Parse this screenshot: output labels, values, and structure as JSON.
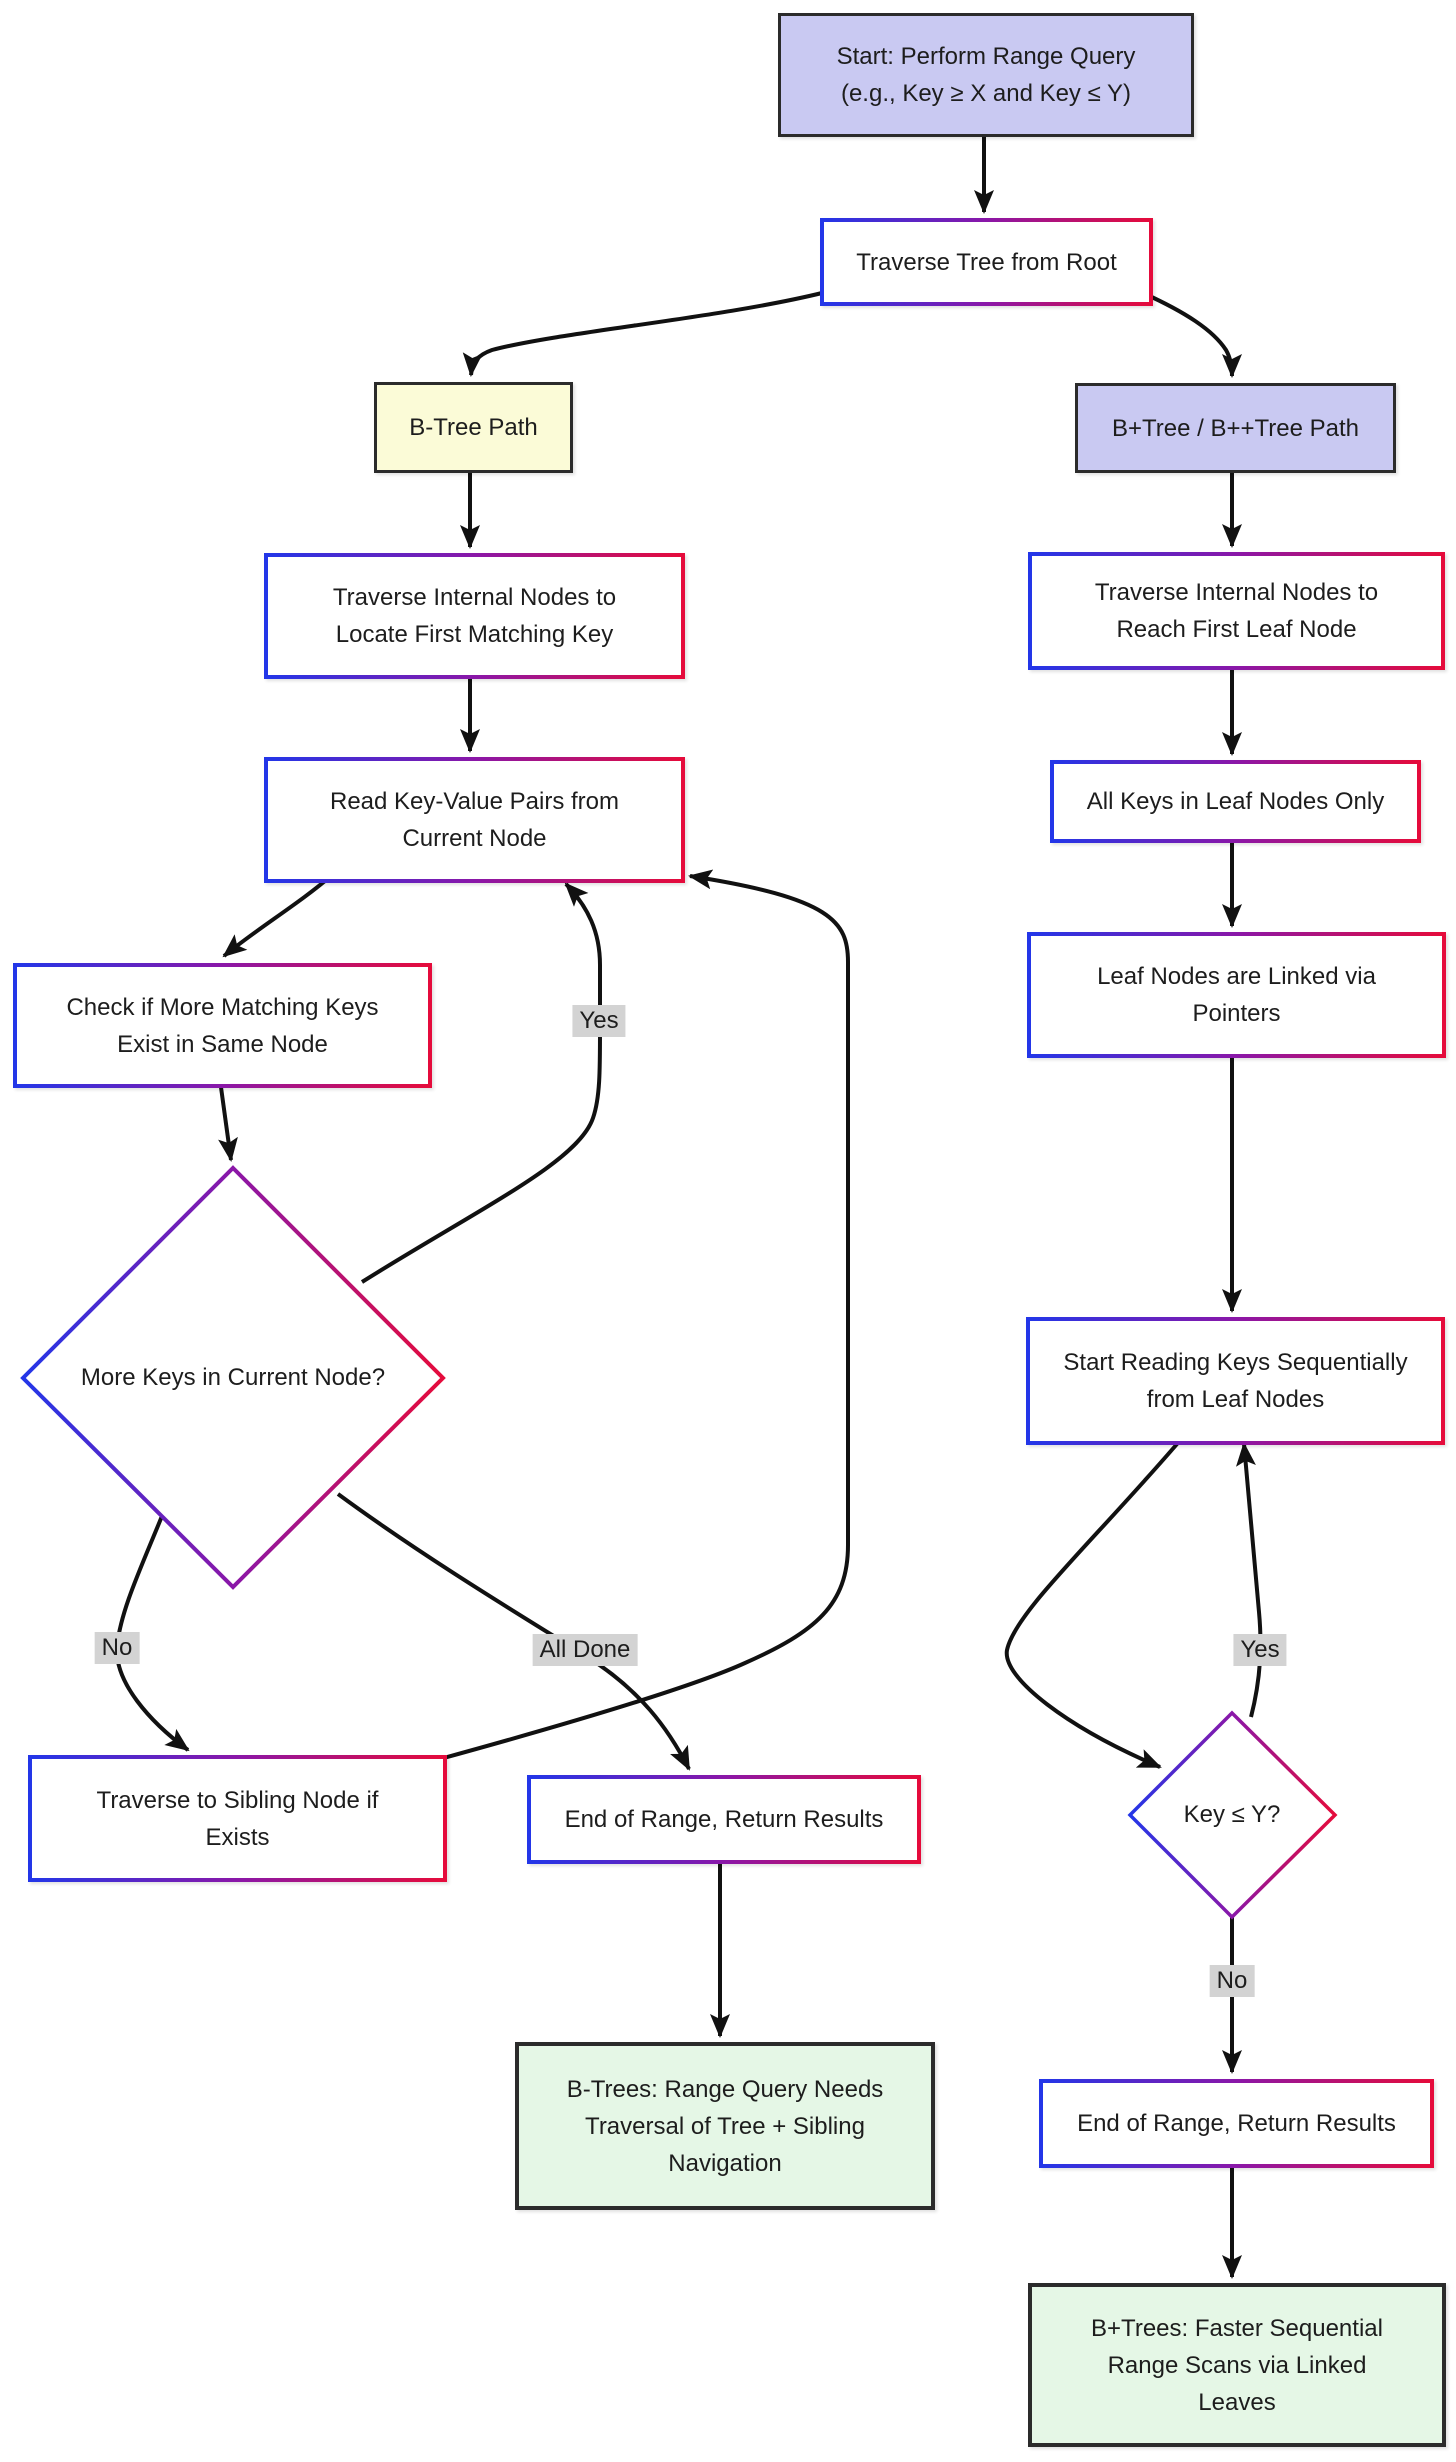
{
  "nodes": {
    "start": {
      "label": "Start: Perform Range Query (e.g., Key ≥ X and Key ≤ Y)"
    },
    "traverse_root": {
      "label": "Traverse Tree from Root"
    },
    "btree_path": {
      "label": "B-Tree Path"
    },
    "bplus_path": {
      "label": "B+Tree / B++Tree Path"
    },
    "b_internal": {
      "label": "Traverse Internal Nodes to Locate First Matching Key"
    },
    "b_read": {
      "label": "Read Key-Value Pairs from Current Node"
    },
    "b_check": {
      "label": "Check if More Matching Keys Exist in Same Node"
    },
    "b_more": {
      "label": "More Keys in Current Node?"
    },
    "b_sibling": {
      "label": "Traverse to Sibling Node if Exists"
    },
    "b_end": {
      "label": "End of Range, Return Results"
    },
    "b_summary": {
      "label": "B-Trees: Range Query Needs Traversal of Tree + Sibling Navigation"
    },
    "p_internal": {
      "label": "Traverse Internal Nodes to Reach First Leaf Node"
    },
    "p_allkeys": {
      "label": "All Keys in Leaf Nodes Only"
    },
    "p_linked": {
      "label": "Leaf Nodes are Linked via Pointers"
    },
    "p_read": {
      "label": "Start Reading Keys Sequentially from Leaf Nodes"
    },
    "p_key": {
      "label": "Key ≤ Y?"
    },
    "p_end": {
      "label": "End of Range, Return Results"
    },
    "p_summary": {
      "label": "B+Trees: Faster Sequential Range Scans via Linked Leaves"
    }
  },
  "edge_labels": {
    "b_yes": "Yes",
    "b_no": "No",
    "b_all_done": "All Done",
    "p_yes": "Yes",
    "p_no": "No"
  },
  "colors": {
    "node_border_dark": "#2b2b2b",
    "start_fill": "#c9c9f2",
    "btree_path_fill": "#fbfbd7",
    "bplus_path_fill": "#c9c9f2",
    "summary_fill": "#e5f7e6",
    "gradient_border_blue": "#2336e8",
    "gradient_border_purple": "#8a17a8",
    "gradient_border_red": "#e50b3b",
    "edge_label_bg": "#d3d3d3",
    "edge_color": "#111111",
    "text_color": "#1d1d1d",
    "background": "#ffffff"
  }
}
